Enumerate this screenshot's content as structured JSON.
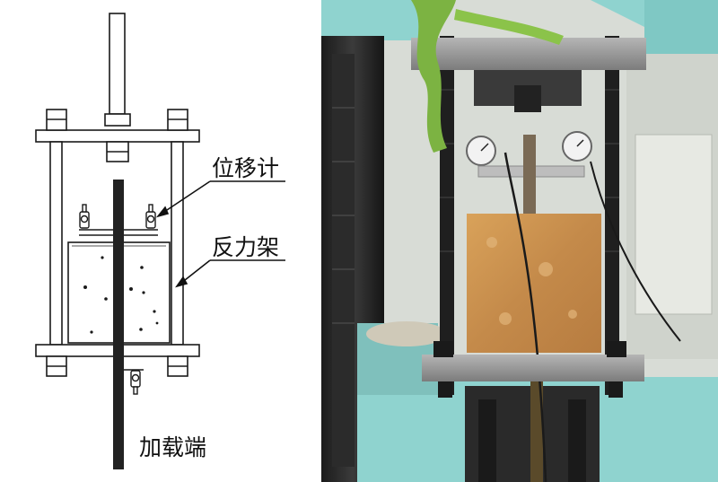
{
  "schematic": {
    "labels": {
      "displacement_meter": "位移计",
      "reaction_frame": "反力架",
      "loading_end": "加载端"
    }
  },
  "colors": {
    "line": "#1a1a1a",
    "specimen_photo": "#c9924e",
    "machine_teal": "#8fd3cf",
    "steel_plate": "#9a9a9a"
  }
}
